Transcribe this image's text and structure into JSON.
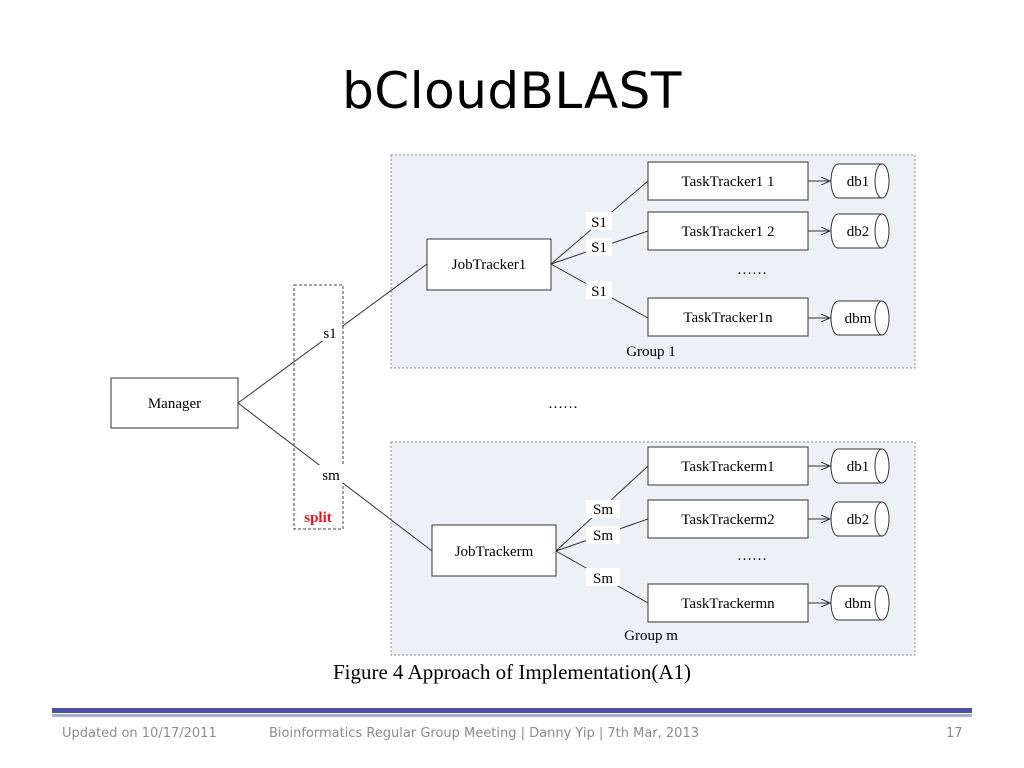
{
  "slide": {
    "title": "bCloudBLAST",
    "caption": "Figure 4 Approach  of  Implementation(A1)"
  },
  "diagram": {
    "manager": "Manager",
    "split_label": "split",
    "split_top": "s1",
    "split_bottom": "sm",
    "between_groups": "……",
    "groups": [
      {
        "label": "Group 1",
        "jobtracker": "JobTracker1",
        "split_labels": [
          "S1",
          "S1",
          "S1"
        ],
        "tasktrackers": [
          "TaskTracker1 1",
          "TaskTracker1 2",
          "TaskTracker1n"
        ],
        "dbs": [
          "db1",
          "db2",
          "dbm"
        ],
        "ellipsis": "……"
      },
      {
        "label": "Group m",
        "jobtracker": "JobTrackerm",
        "split_labels": [
          "Sm",
          "Sm",
          "Sm"
        ],
        "tasktrackers": [
          "TaskTrackerm1",
          "TaskTrackerm2",
          "TaskTrackermn"
        ],
        "dbs": [
          "db1",
          "db2",
          "dbm"
        ],
        "ellipsis": "……"
      }
    ]
  },
  "footer": {
    "left": "Updated on 10/17/2011",
    "center": "Bioinformatics Regular Group Meeting | Danny Yip | 7th Mar, 2013",
    "right": "17"
  },
  "colors": {
    "split_label": "#e8141c",
    "group_fill": "#edf1f5",
    "footer_bar": "#4b4fa5"
  }
}
